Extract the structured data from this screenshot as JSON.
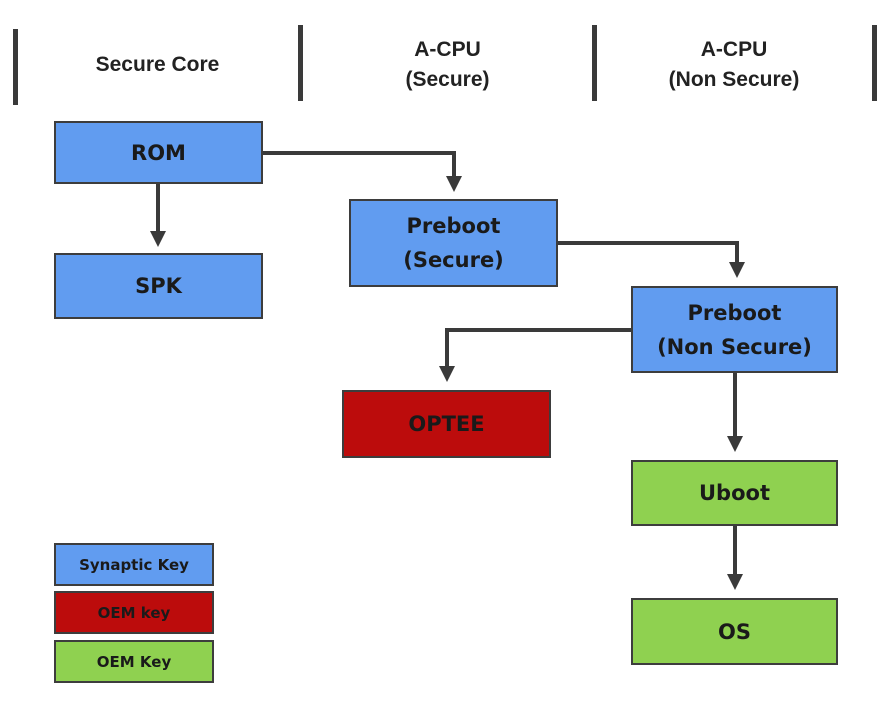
{
  "columns": [
    {
      "label": "Secure Core"
    },
    {
      "label": "A-CPU\n(Secure)"
    },
    {
      "label": "A-CPU\n(Non Secure)"
    }
  ],
  "nodes": {
    "rom": "ROM",
    "spk": "SPK",
    "preboot_secure": "Preboot\n(Secure)",
    "preboot_nonsecure": "Preboot\n(Non Secure)",
    "optee": "OPTEE",
    "uboot": "Uboot",
    "os": "OS"
  },
  "legend": [
    {
      "label": "Synaptic Key",
      "color": "#619cf0"
    },
    {
      "label": "OEM key",
      "color": "#bc0c0c"
    },
    {
      "label": "OEM Key",
      "color": "#8fd150"
    }
  ],
  "colors": {
    "synaptic_key": "#619cf0",
    "oem_key_red": "#bc0c0c",
    "oem_key_green": "#8fd150",
    "border": "#3d3d3d",
    "arrow": "#3a3a3a"
  }
}
